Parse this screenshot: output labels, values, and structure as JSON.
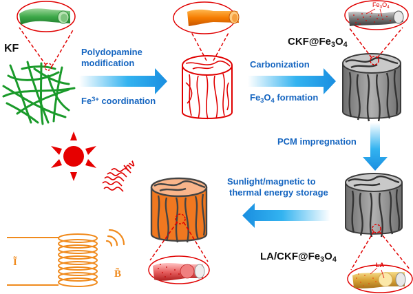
{
  "colors": {
    "arrow_dark": "#1e8fe0",
    "arrow_light": "#e6f4fd",
    "label_blue": "#1565c0",
    "kf_green": "#1a9a2a",
    "pda_red": "#e00000",
    "carbon_gray": "#8a8a8a",
    "outline_dark": "#444444",
    "final_orange": "#f07820",
    "coil_orange": "#f08a1c",
    "sun_red": "#e60000"
  },
  "materials": {
    "kf": {
      "label": "KF"
    },
    "ckf": {
      "label_main": "CKF@Fe",
      "label_sub1": "3",
      "label_mid": "O",
      "label_sub2": "4"
    },
    "la_ckf": {
      "label_main": "LA/CKF@Fe",
      "label_sub1": "3",
      "label_mid": "O",
      "label_sub2": "4"
    }
  },
  "steps": {
    "step1": {
      "top_line1": "Polydopamine",
      "top_line2": "modification",
      "bottom_pre": "Fe",
      "bottom_sup": "3+",
      "bottom_post": " coordination"
    },
    "step2": {
      "top": "Carbonization",
      "bottom_pre": "Fe",
      "bottom_sub1": "3",
      "bottom_mid": "O",
      "bottom_sub2": "4",
      "bottom_post": " formation"
    },
    "step3": {
      "label": "PCM impregnation"
    },
    "step4": {
      "line1": "Sunlight/magnetic to",
      "line2": "thermal energy storage"
    }
  },
  "annotations": {
    "fe3o4_pre": "Fe",
    "fe3o4_sub1": "3",
    "fe3o4_mid": "O",
    "fe3o4_sub2": "4",
    "la": "LA",
    "hv": "hv",
    "current_symbol": "Ĩ",
    "field_symbol": "B̃"
  }
}
